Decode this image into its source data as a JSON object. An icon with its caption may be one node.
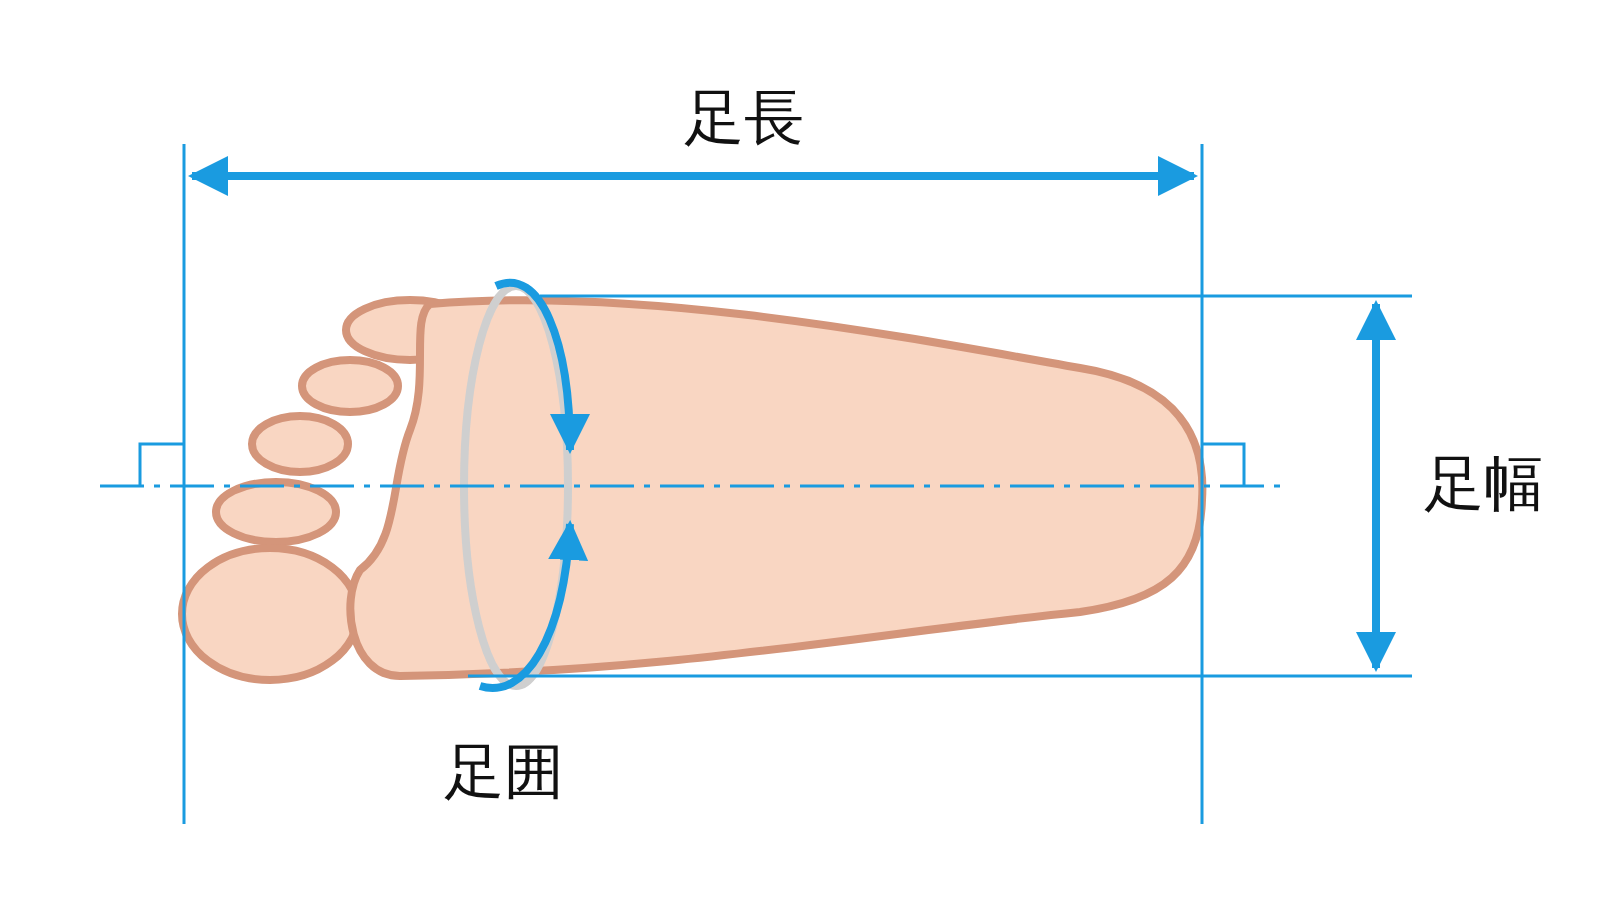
{
  "diagram": {
    "labels": [
      "足長",
      "足幅",
      "足囲"
    ]
  }
}
